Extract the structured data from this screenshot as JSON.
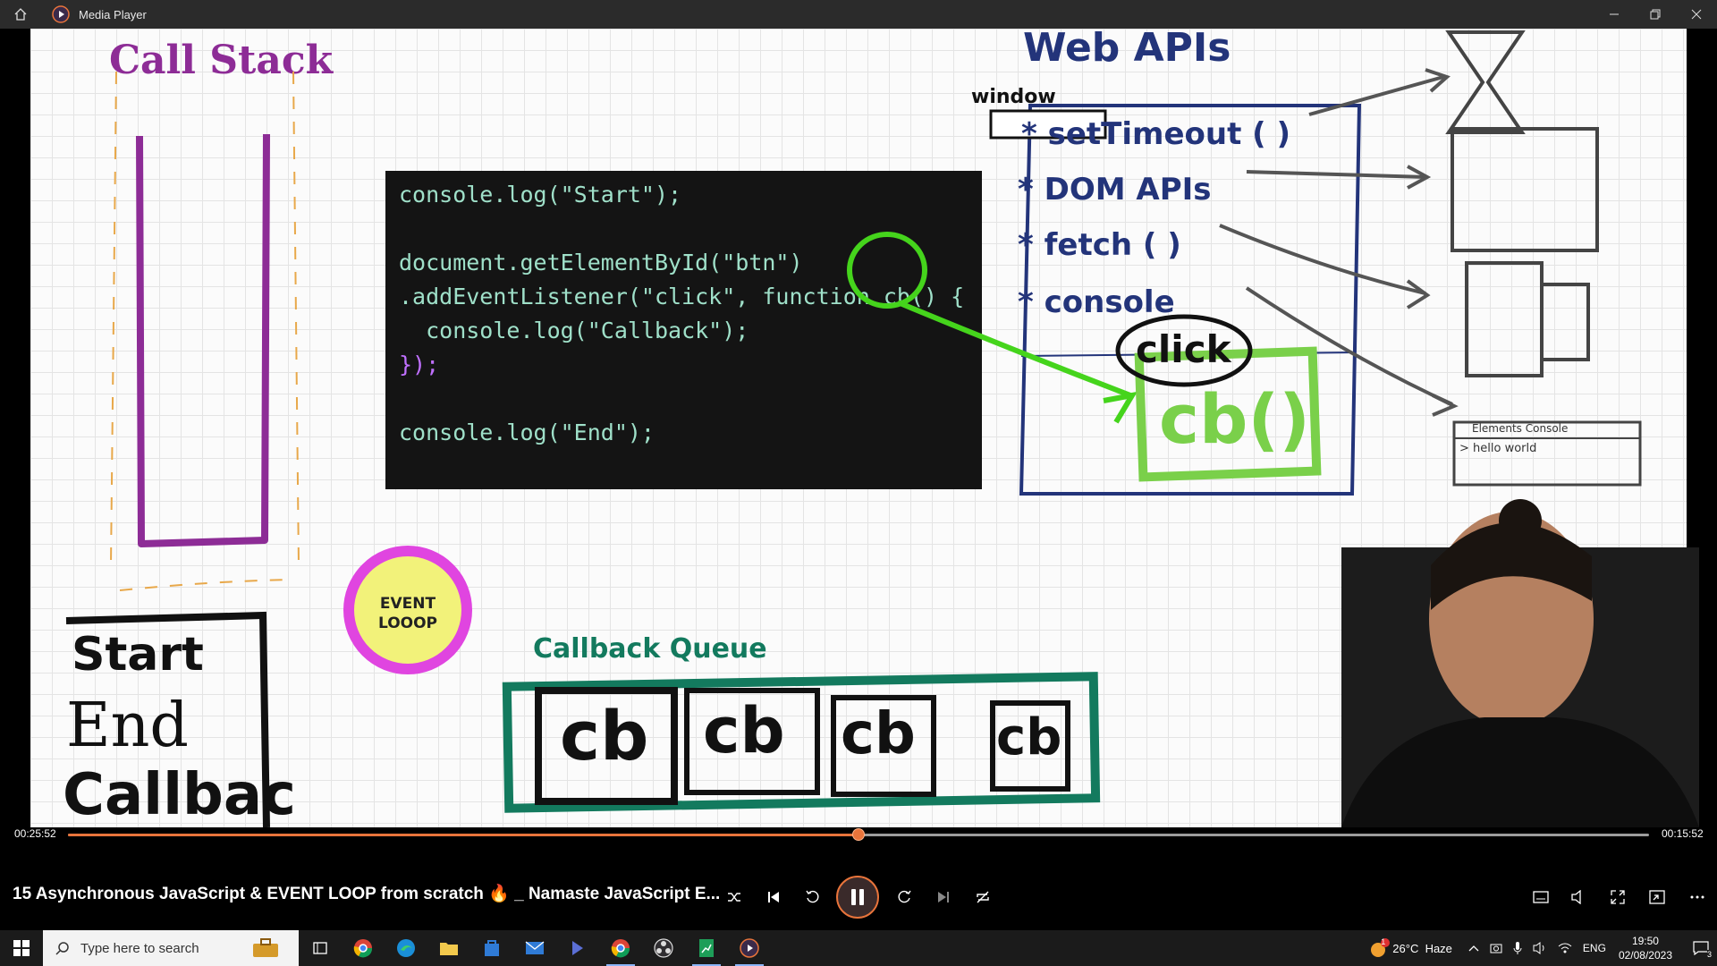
{
  "window": {
    "title": "Media Player"
  },
  "whiteboard": {
    "call_stack_label": "Call Stack",
    "web_apis_label": "Web APIs",
    "window_label": "window",
    "apis": [
      "* setTimeout ( )",
      "* DOM APIs",
      "* fetch ( )",
      "* console"
    ],
    "click_label": "click",
    "cb_label": "cb()",
    "event_loop_label": "EVENT LOOOP",
    "callback_queue_label": "Callback Queue",
    "queue_items": [
      "cb",
      "cb",
      "cb",
      "cb"
    ],
    "console_output": [
      "Start",
      "End",
      "Callbac"
    ],
    "devtools_tabs": "Elements   Console",
    "devtools_output": "> hello world"
  },
  "code_lines": [
    "console.log(\"Start\");",
    "",
    "document.getElementById(\"btn\")",
    ".addEventListener(\"click\", function cb() {",
    "  console.log(\"Callback\");",
    "});",
    "",
    "console.log(\"End\");"
  ],
  "player": {
    "current_time": "00:25:52",
    "total_time": "00:15:52",
    "progress": 0.5,
    "video_title": "15 Asynchronous JavaScript & EVENT LOOP from scratch 🔥 _ Namaste JavaScript E...",
    "accent_color": "#e8743b"
  },
  "taskbar": {
    "search_placeholder": "Type here to search",
    "weather": "26°C  Haze",
    "language": "ENG",
    "time": "19:50",
    "date": "02/08/2023",
    "notification_count": "3",
    "weather_badge": "1"
  }
}
